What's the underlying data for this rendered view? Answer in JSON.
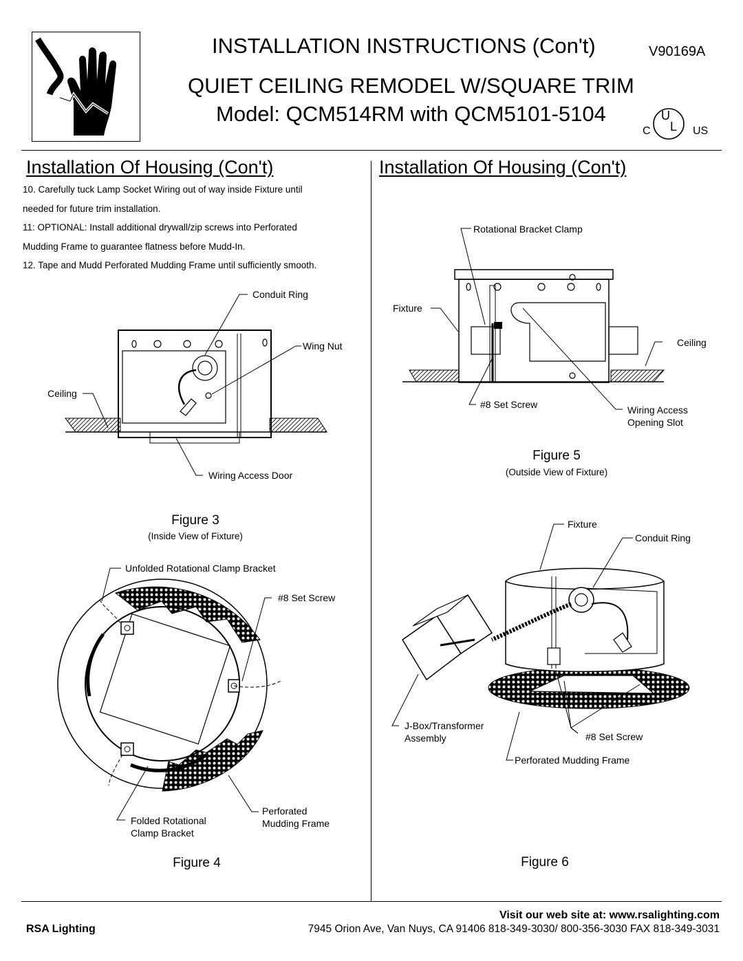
{
  "header": {
    "title": "INSTALLATION INSTRUCTIONS (Con't)",
    "doc_code": "V90169A",
    "subtitle": "QUIET CEILING REMODEL W/SQUARE TRIM",
    "model": "Model: QCM514RM with QCM5101-5104",
    "ul_mark": {
      "left": "C",
      "right": "US",
      "letters_top": "U",
      "letters_bottom": "L"
    }
  },
  "left_column": {
    "heading": "Installation Of Housing (Con't)",
    "steps": [
      "10. Carefully tuck Lamp Socket Wiring out of way inside Fixture until",
      "needed for future trim installation.",
      "11: OPTIONAL: Install additional drywall/zip screws into Perforated",
      "Mudding Frame to guarantee flatness before Mudd-In.",
      "12. Tape and Mudd Perforated Mudding Frame until sufficiently smooth."
    ]
  },
  "right_column": {
    "heading": "Installation Of Housing (Con't)"
  },
  "figure3": {
    "label_conduit_ring": "Conduit Ring",
    "label_wing_nut": "Wing Nut",
    "label_ceiling": "Ceiling",
    "label_wiring_access_door": "Wiring Access Door",
    "caption": "Figure 3",
    "subcaption": "(Inside View of Fixture)"
  },
  "figure4": {
    "label_unfolded": "Unfolded Rotational Clamp Bracket",
    "label_set_screw": "#8 Set Screw",
    "label_folded_1": "Folded Rotational",
    "label_folded_2": "Clamp Bracket",
    "label_perforated_1": "Perforated",
    "label_perforated_2": "Mudding Frame",
    "caption": "Figure 4"
  },
  "figure5": {
    "label_bracket_clamp": "Rotational Bracket Clamp",
    "label_fixture": "Fixture",
    "label_ceiling": "Ceiling",
    "label_set_screw": "#8 Set Screw",
    "label_wiring_1": "Wiring Access",
    "label_wiring_2": "Opening Slot",
    "caption": "Figure 5",
    "subcaption": "(Outside View of Fixture)"
  },
  "figure6": {
    "label_fixture": "Fixture",
    "label_conduit_ring": "Conduit Ring",
    "label_jbox_1": "J-Box/Transformer",
    "label_jbox_2": "Assembly",
    "label_set_screw": "#8 Set Screw",
    "label_mudding_frame": "Perforated Mudding Frame",
    "caption": "Figure 6"
  },
  "footer": {
    "website": "Visit our web site at: www.rsalighting.com",
    "company": "RSA Lighting",
    "address": "7945 Orion Ave, Van Nuys, CA  91406   818-349-3030/ 800-356-3030   FAX 818-349-3031"
  }
}
